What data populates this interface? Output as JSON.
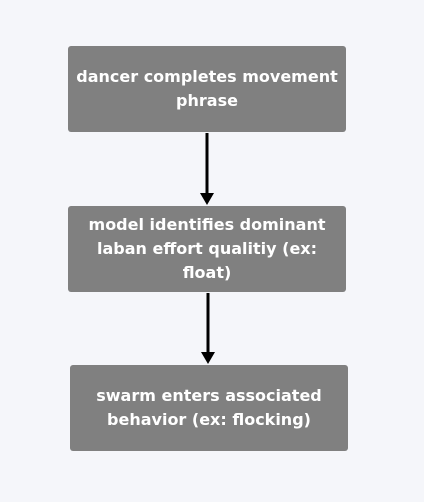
{
  "flowchart": {
    "steps": [
      {
        "label": "dancer completes movement phrase"
      },
      {
        "label": "model identifies dominant laban effort qualitiy (ex: float)"
      },
      {
        "label": "swarm enters associated behavior (ex: flocking)"
      }
    ]
  },
  "colors": {
    "background": "#f5f6fa",
    "box_fill": "#808080",
    "box_text": "#ffffff",
    "arrow": "#000000"
  }
}
